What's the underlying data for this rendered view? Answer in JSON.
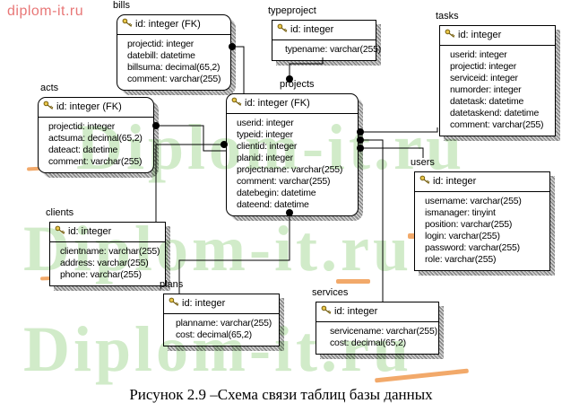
{
  "caption": "Рисунок 2.9 –Схема связи таблиц базы данных",
  "watermark": {
    "small_red": "diplom-it.ru",
    "large": "Diplom-it.ru",
    "green_color": "#cfeac6",
    "red_color": "#e87777",
    "orange_color": "#f2a96a"
  },
  "tables": {
    "bills": {
      "name": "bills",
      "pk": "id: integer (FK)",
      "fields": [
        "projectid: integer",
        "datebill: datetime",
        "billsuma: decimal(65,2)",
        "comment: varchar(255)"
      ]
    },
    "typeproject": {
      "name": "typeproject",
      "pk": "id: integer",
      "fields": [
        "typename: varchar(255)"
      ]
    },
    "tasks": {
      "name": "tasks",
      "pk": "id: integer",
      "fields": [
        "userid: integer",
        "projectid: integer",
        "serviceid: integer",
        "numorder: integer",
        "datetask: datetime",
        "datetaskend: datetime",
        "comment: varchar(255)"
      ]
    },
    "acts": {
      "name": "acts",
      "pk": "id: integer (FK)",
      "fields": [
        "projectid: integer",
        "actsuma: decimal(65,2)",
        "dateact: datetime",
        "comment: varchar(255)"
      ]
    },
    "projects": {
      "name": "projects",
      "pk": "id: integer (FK)",
      "fields": [
        "userid: integer",
        "typeid: integer",
        "clientid: integer",
        "planid: integer",
        "projectname: varchar(255)",
        "comment: varchar(255)",
        "datebegin: datetime",
        "dateend: datetime"
      ]
    },
    "users": {
      "name": "users",
      "pk": "id: integer",
      "fields": [
        "username: varchar(255)",
        "ismanager: tinyint",
        "position: varchar(255)",
        "login: varchar(255)",
        "password: varchar(255)",
        "role: varchar(255)"
      ]
    },
    "clients": {
      "name": "clients",
      "pk": "id: integer",
      "fields": [
        "clientname: varchar(255)",
        "address: varchar(255)",
        "phone: varchar(255)"
      ]
    },
    "plans": {
      "name": "plans",
      "pk": "id: integer",
      "fields": [
        "planname: varchar(255)",
        "cost: decimal(65,2)"
      ]
    },
    "services": {
      "name": "services",
      "pk": "id: integer",
      "fields": [
        "servicename: varchar(255)",
        "cost: decimal(65,2)"
      ]
    }
  }
}
